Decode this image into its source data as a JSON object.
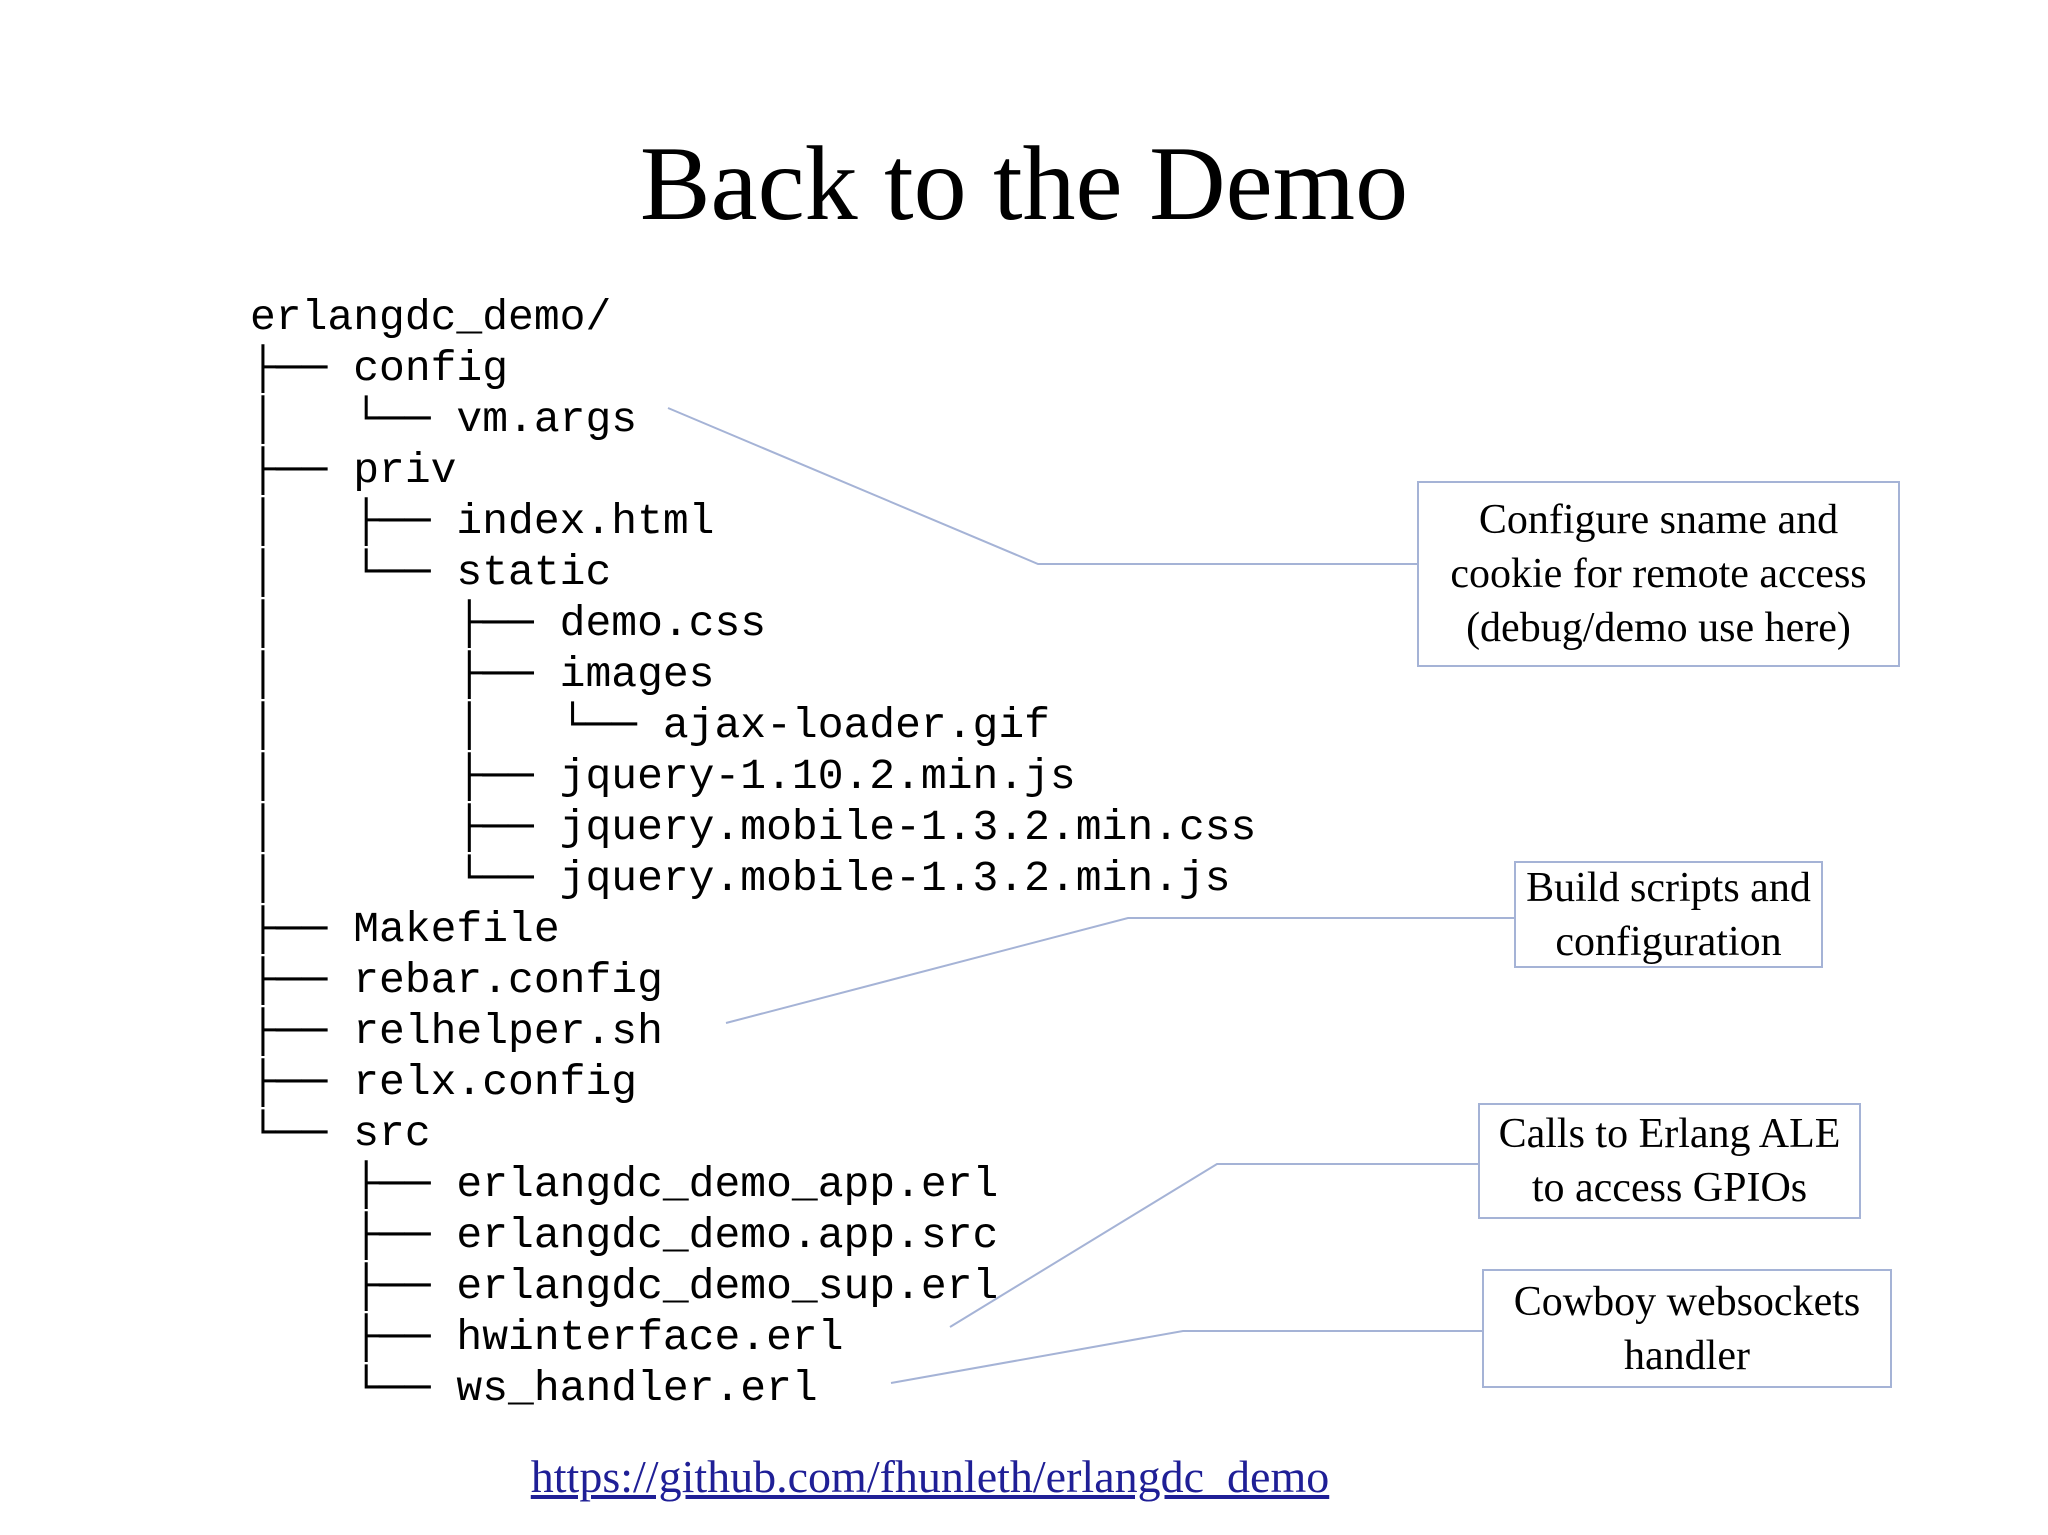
{
  "slide": {
    "title": "Back to the Demo"
  },
  "tree": {
    "root": "erlangdc_demo/",
    "ascii": "erlangdc_demo/\n├── config\n│   └── vm.args\n├── priv\n│   ├── index.html\n│   └── static\n│       ├── demo.css\n│       ├── images\n│       │   └── ajax-loader.gif\n│       ├── jquery-1.10.2.min.js\n│       ├── jquery.mobile-1.3.2.min.css\n│       └── jquery.mobile-1.3.2.min.js\n├── Makefile\n├── rebar.config\n├── relhelper.sh\n├── relx.config\n└── src\n    ├── erlangdc_demo_app.erl\n    ├── erlangdc_demo.app.src\n    ├── erlangdc_demo_sup.erl\n    ├── hwinterface.erl\n    └── ws_handler.erl",
    "entries": [
      {
        "depth": 0,
        "label": "erlangdc_demo/"
      },
      {
        "depth": 1,
        "label": "config"
      },
      {
        "depth": 2,
        "label": "vm.args"
      },
      {
        "depth": 1,
        "label": "priv"
      },
      {
        "depth": 2,
        "label": "index.html"
      },
      {
        "depth": 2,
        "label": "static"
      },
      {
        "depth": 3,
        "label": "demo.css"
      },
      {
        "depth": 3,
        "label": "images"
      },
      {
        "depth": 4,
        "label": "ajax-loader.gif"
      },
      {
        "depth": 3,
        "label": "jquery-1.10.2.min.js"
      },
      {
        "depth": 3,
        "label": "jquery.mobile-1.3.2.min.css"
      },
      {
        "depth": 3,
        "label": "jquery.mobile-1.3.2.min.js"
      },
      {
        "depth": 1,
        "label": "Makefile"
      },
      {
        "depth": 1,
        "label": "rebar.config"
      },
      {
        "depth": 1,
        "label": "relhelper.sh"
      },
      {
        "depth": 1,
        "label": "relx.config"
      },
      {
        "depth": 1,
        "label": "src"
      },
      {
        "depth": 2,
        "label": "erlangdc_demo_app.erl"
      },
      {
        "depth": 2,
        "label": "erlangdc_demo.app.src"
      },
      {
        "depth": 2,
        "label": "erlangdc_demo_sup.erl"
      },
      {
        "depth": 2,
        "label": "hwinterface.erl"
      },
      {
        "depth": 2,
        "label": "ws_handler.erl"
      }
    ]
  },
  "callouts": [
    {
      "target": "vm.args",
      "lines": [
        "Configure sname and",
        "cookie for remote access",
        "(debug/demo use here)"
      ]
    },
    {
      "target": "relhelper.sh",
      "lines": [
        "Build scripts and",
        "configuration"
      ]
    },
    {
      "target": "hwinterface.erl",
      "lines": [
        "Calls to Erlang ALE",
        "to access GPIOs"
      ]
    },
    {
      "target": "ws_handler.erl",
      "lines": [
        "Cowboy websockets",
        "handler"
      ]
    }
  ],
  "footer": {
    "link_text": "https://github.com/fhunleth/erlangdc_demo"
  },
  "colors": {
    "background": "#ffffff",
    "text": "#000000",
    "accent_line": "#a5b3d6",
    "link": "#1f1f96"
  }
}
